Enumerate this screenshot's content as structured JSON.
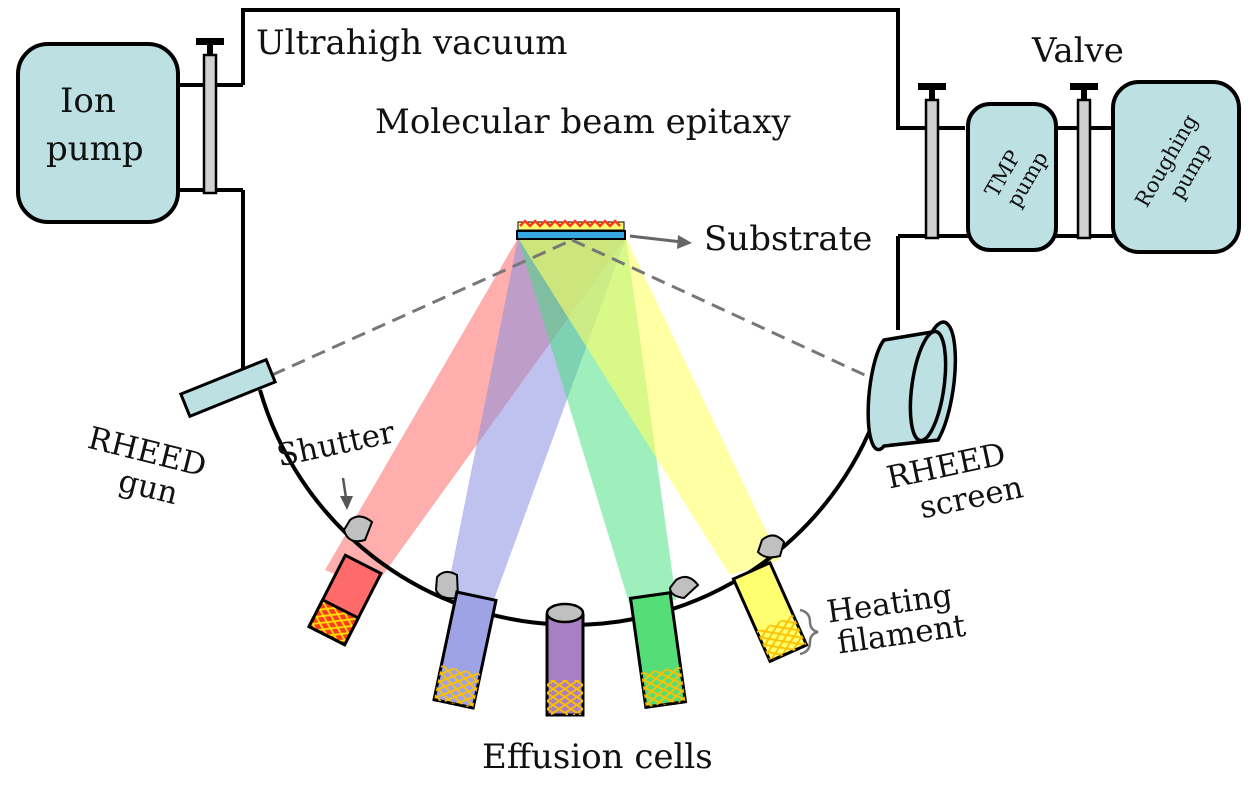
{
  "labels": {
    "uhv": "Ultrahigh vacuum",
    "mbe": "Molecular beam epitaxy",
    "ion_pump_1": "Ion",
    "ion_pump_2": "pump",
    "valve": "Valve",
    "tmp_1": "TMP",
    "tmp_2": "pump",
    "roughing_1": "Roughing",
    "roughing_2": "pump",
    "substrate": "Substrate",
    "rheed_gun_1": "RHEED",
    "rheed_gun_2": "gun",
    "shutter": "Shutter",
    "rheed_screen_1": "RHEED",
    "rheed_screen_2": "screen",
    "heating_1": "Heating",
    "heating_2": "filament",
    "effusion": "Effusion cells"
  },
  "colors": {
    "pump_fill": "#bde0e3",
    "beam_red": "#ff6b6b",
    "beam_blue": "#8b8fe0",
    "beam_green": "#3fe07a",
    "beam_yellow": "#ffff66",
    "cell_red": "#ff6b6b",
    "cell_blue": "#9ea3e6",
    "cell_purple": "#a680c2",
    "cell_green": "#55dd77",
    "cell_yellow": "#ffff70",
    "substrate_blue": "#37a8e0",
    "film_red": "#ff3b1f",
    "shutter_gray": "#c0c0c0",
    "valve_gray": "#d0d0d0"
  }
}
